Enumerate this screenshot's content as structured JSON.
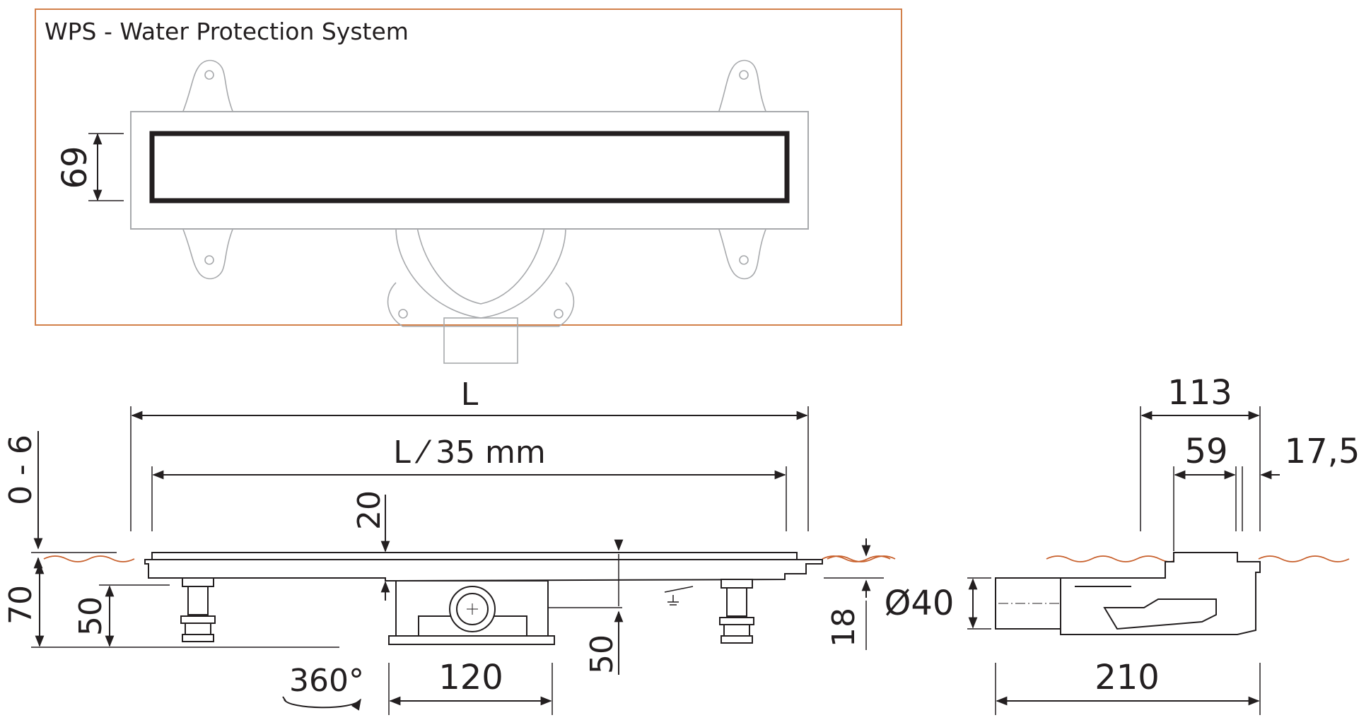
{
  "title": "WPS - Water Protection System",
  "dimensions": {
    "top_width": "69",
    "overall_length": "L",
    "grate_length": "L ⁄ 35 mm",
    "grate_depth": "20",
    "height_adjust": "0 - 6",
    "total_height": "70",
    "leg_height": "50",
    "outlet_height": "50",
    "outlet_base": "120",
    "rotation": "360°",
    "side_height": "18",
    "outlet_diameter": "Ø40",
    "side_width": "113",
    "side_inner": "59",
    "side_edge": "17,5",
    "side_length": "210"
  },
  "colors": {
    "frame": "#d2804a",
    "line": "#231f20",
    "faint": "#a7a9ac",
    "floor": "#c8602c"
  }
}
